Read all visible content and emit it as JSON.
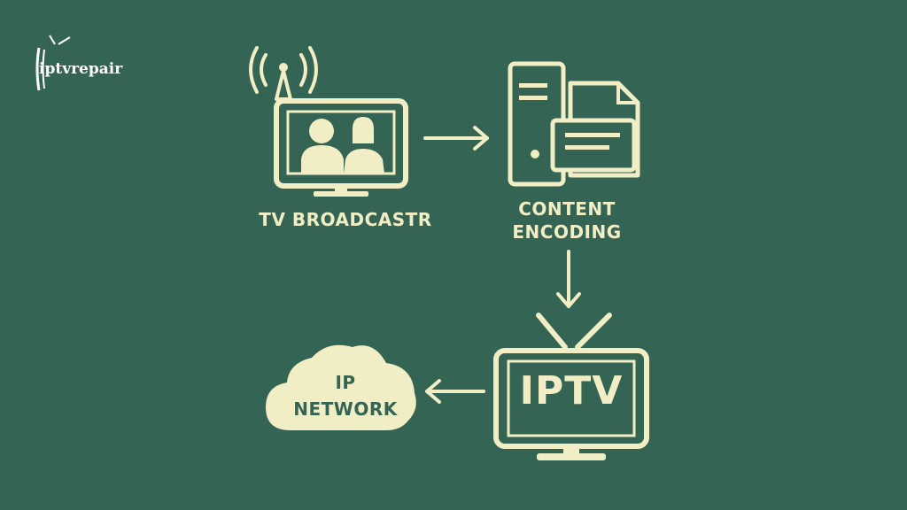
{
  "brand": {
    "name": "iptvrepair"
  },
  "colors": {
    "background": "#346454",
    "ink": "#f1eec5",
    "brand_text": "#ffffff"
  },
  "nodes": {
    "broadcaster": {
      "label": "TV BROADCASTR",
      "icon": "tv-antenna-icon"
    },
    "encoding": {
      "label_line1": "CONTENT",
      "label_line2": "ENCODING",
      "icon": "server-document-icon"
    },
    "iptv": {
      "label": "IPTV",
      "icon": "tv-icon"
    },
    "network": {
      "label_line1": "IP",
      "label_line2": "NETWORK",
      "icon": "cloud-icon"
    }
  },
  "edges": [
    {
      "from": "broadcaster",
      "to": "encoding",
      "direction": "right"
    },
    {
      "from": "encoding",
      "to": "iptv",
      "direction": "down"
    },
    {
      "from": "iptv",
      "to": "network",
      "direction": "left"
    }
  ]
}
